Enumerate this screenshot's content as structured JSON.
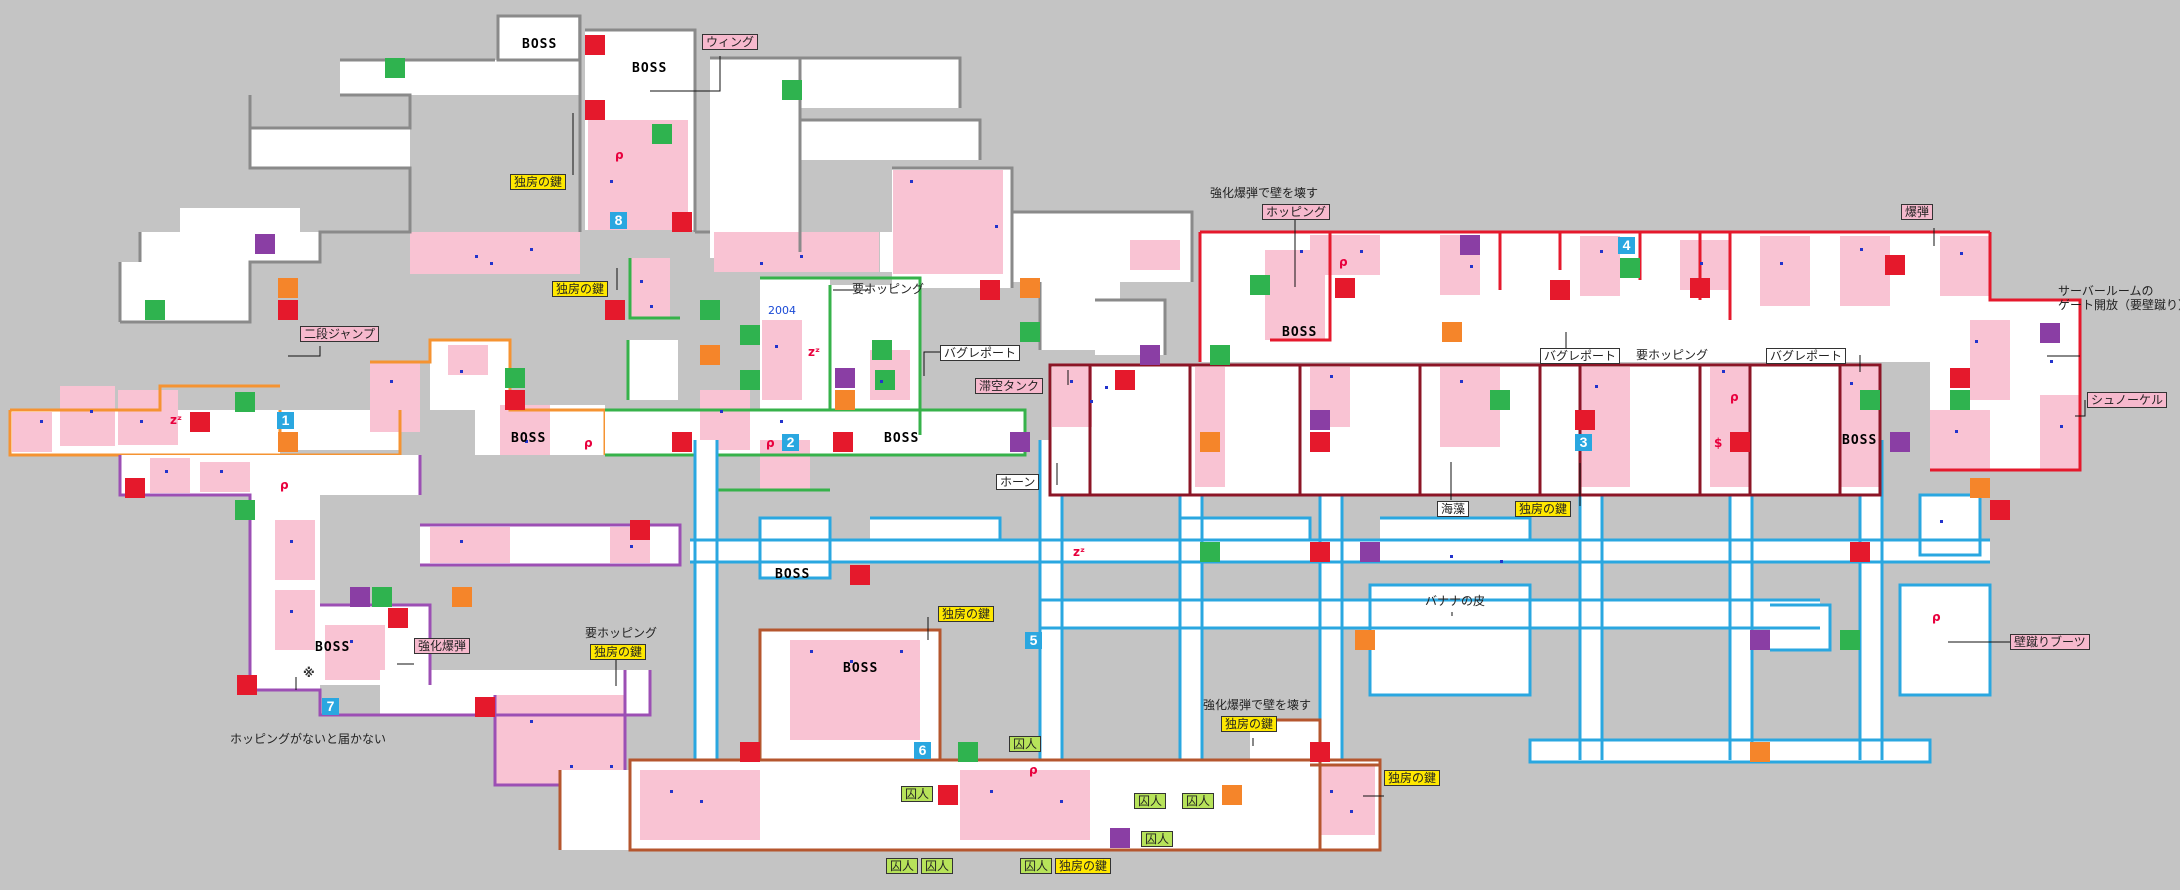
{
  "map": {
    "boss_text": "BOSS",
    "zz_text": "zᶻ",
    "rho_text": "ρ",
    "dollar_text": "$",
    "asterisk_text": "※",
    "year_text": "2004",
    "numbers": [
      "1",
      "2",
      "3",
      "4",
      "5",
      "6",
      "7",
      "8"
    ],
    "callouts": {
      "wing": "ウィング",
      "key_cell_1": "独房の鍵",
      "key_cell_2": "独房の鍵",
      "double_jump": "二段ジャンプ",
      "hopping_req_1": "要ホッピング",
      "bug_report_1": "バグレポート",
      "air_tank": "滞空タンク",
      "horn": "ホーン",
      "strong_bomb_wall": "強化爆弾で壁を壊す",
      "hopping": "ホッピング",
      "bomb": "爆弾",
      "server_room_gate": "サーバールームの",
      "server_room_gate2": "ゲート開放（要壁蹴り）",
      "snorkel": "シュノーケル",
      "bug_report_2": "バグレポート",
      "hopping_req_2": "要ホッピング",
      "bug_report_3": "バグレポート",
      "seaweed": "海藻",
      "key_cell_3": "独房の鍵",
      "banana_peel": "バナナの皮",
      "wall_kick_boots": "壁蹴りブーツ",
      "strong_bomb": "強化爆弾",
      "hopping_needed_note": "ホッピングがないと届かない",
      "hopping_req_3": "要ホッピング",
      "key_cell_4": "独房の鍵",
      "key_cell_5": "独房の鍵",
      "strong_bomb_wall_2": "強化爆弾で壁を壊す",
      "key_cell_6": "独房の鍵",
      "key_cell_7": "独房の鍵",
      "key_cell_8": "独房の鍵",
      "prisoner": "囚人"
    },
    "colors": {
      "background": "#c4c4c4",
      "room_fill": "#f9c3d3",
      "corridor_fill": "#ffffff",
      "gray_zone": "#8a8a8a",
      "orange_zone": "#f59332",
      "purple_zone": "#9c4fb4",
      "green_zone": "#36b24a",
      "blue_zone": "#2aa7e0",
      "red_zone": "#e5192c",
      "darkred_zone": "#8c1526",
      "brown_zone": "#b5562e",
      "save_red": "#e5192c",
      "save_green": "#2fb34f",
      "save_orange": "#f5852a",
      "save_purple": "#8a3ea4",
      "item_dot": "#2233cc"
    }
  }
}
